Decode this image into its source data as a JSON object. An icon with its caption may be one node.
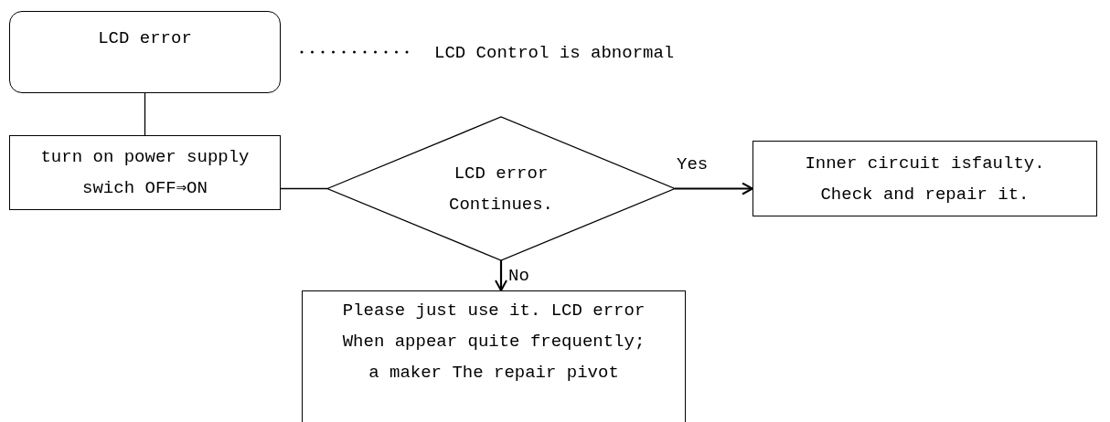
{
  "diagram": {
    "nodes": [
      {
        "text": [
          "LCD error"
        ]
      },
      {
        "text": [
          "turn on power supply swich OFF⇒ON"
        ]
      },
      {
        "text": [
          "LCD error Continues."
        ]
      },
      {
        "text": [
          "Inner circuit isfaulty. Check and repair it."
        ]
      },
      {
        "text": [
          "Please just use it. LCD error When appear quite frequently; a maker The repair pivot"
        ]
      }
    ],
    "edges": [
      {
        "from": 0,
        "to": 1,
        "arrow": "none"
      },
      {
        "from": 1,
        "to": 2,
        "arrow": "none"
      },
      {
        "from": 2,
        "to": 3,
        "arrow": "to",
        "label": "Yes"
      },
      {
        "from": 2,
        "to": 4,
        "arrow": "to",
        "label": "No"
      }
    ],
    "labels": [
      "LCD Control is abnormal"
    ]
  }
}
